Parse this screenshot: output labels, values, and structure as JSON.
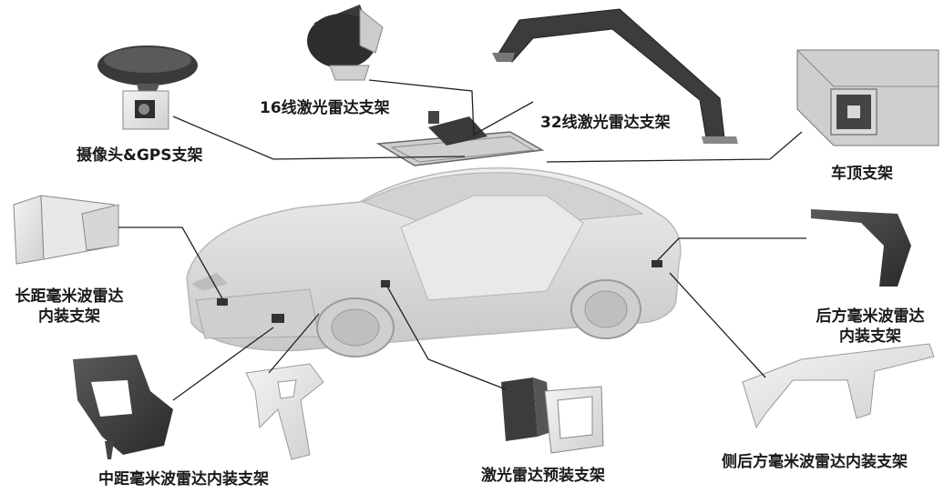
{
  "labels": {
    "lidar16": "16线激光雷达支架",
    "lidar32": "32线激光雷达支架",
    "camera_gps": "摄像头&GPS支架",
    "roof": "车顶支架",
    "long_radar_line1": "长距毫米波雷达",
    "long_radar_line2": "内装支架",
    "rear_radar_line1": "后方毫米波雷达",
    "rear_radar_line2": "内装支架",
    "mid_radar": "中距毫米波雷达内装支架",
    "lidar_pre": "激光雷达预装支架",
    "side_rear_radar": "侧后方毫米波雷达内装支架"
  },
  "colors": {
    "part_dark": "#3a3a3a",
    "part_light": "#e4e4e4",
    "car_body": "#dcdcdc",
    "leader_line": "#222222"
  }
}
